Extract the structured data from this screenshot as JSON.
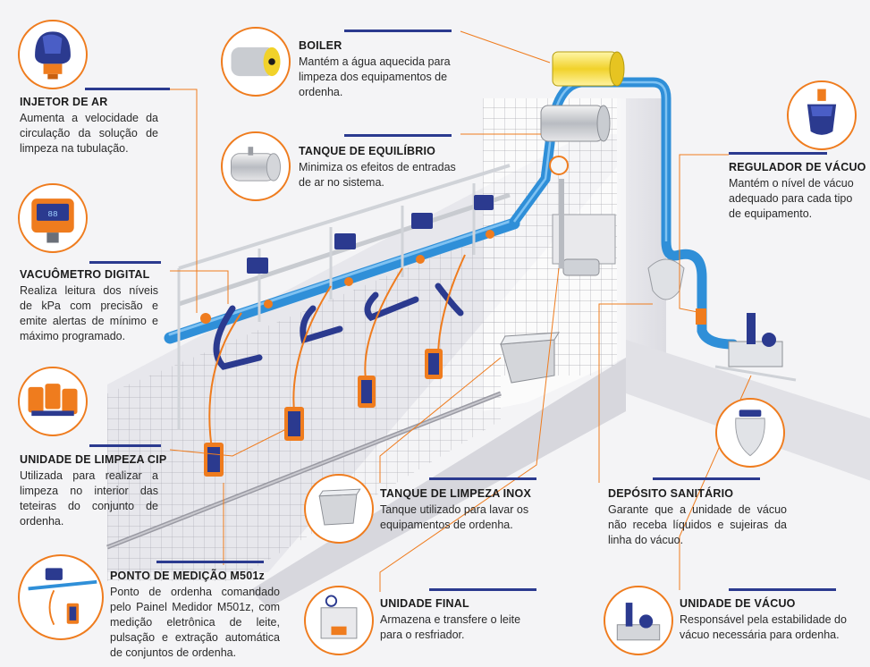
{
  "colors": {
    "accent_orange": "#ef7c1e",
    "accent_blue": "#2b3a8f",
    "pipe_blue": "#2f8fd8",
    "text_dark": "#1c1c1c",
    "background": "#f4f4f6"
  },
  "callouts": {
    "injetor": {
      "title": "INJETOR DE AR",
      "text": "Aumenta a velocidade da circulação da solução de limpeza na tubulação.",
      "icon": "air-injector-icon"
    },
    "vacuometro": {
      "title": "VACUÔMETRO DIGITAL",
      "text": "Realiza leitura dos níveis de kPa com precisão e emite alertas de mínimo e máximo programado.",
      "icon": "digital-vacuum-gauge-icon"
    },
    "cip": {
      "title": "UNIDADE DE LIMPEZA CIP",
      "text": "Utilizada para realizar a limpeza no interior das teteiras do conjunto de ordenha.",
      "icon": "cip-unit-icon"
    },
    "ponto": {
      "title": "PONTO DE MEDIÇÃO M501z",
      "text": "Ponto de ordenha comandado pelo Painel Medidor M501z, com medição eletrônica de leite, pulsação e extração automática de conjuntos de ordenha.",
      "icon": "milking-point-icon"
    },
    "boiler": {
      "title": "BOILER",
      "text": "Mantém a água aquecida para limpeza dos equipamentos de ordenha.",
      "icon": "boiler-icon"
    },
    "tanque_equilibrio": {
      "title": "TANQUE DE EQUILÍBRIO",
      "text": "Minimiza os efeitos de entradas de ar no sistema.",
      "icon": "balance-tank-icon"
    },
    "tanque_limpeza": {
      "title": "TANQUE DE LIMPEZA INOX",
      "text": "Tanque utilizado para lavar os equipamentos de ordenha.",
      "icon": "stainless-wash-tank-icon"
    },
    "unidade_final": {
      "title": "UNIDADE FINAL",
      "text": "Armazena e transfere o leite para o resfriador.",
      "icon": "final-unit-icon"
    },
    "regulador": {
      "title": "REGULADOR DE VÁCUO",
      "text": "Mantém o nível de vácuo adequado para cada tipo de equipamento.",
      "icon": "vacuum-regulator-icon"
    },
    "deposito": {
      "title": "DEPÓSITO SANITÁRIO",
      "text": "Garante que a unidade de vácuo não receba líquidos e sujeiras da linha do vácuo.",
      "icon": "sanitary-trap-icon"
    },
    "unidade_vacuo": {
      "title": "UNIDADE DE VÁCUO",
      "text": "Responsável pela estabilidade do vácuo necessária para ordenha.",
      "icon": "vacuum-unit-icon"
    }
  }
}
